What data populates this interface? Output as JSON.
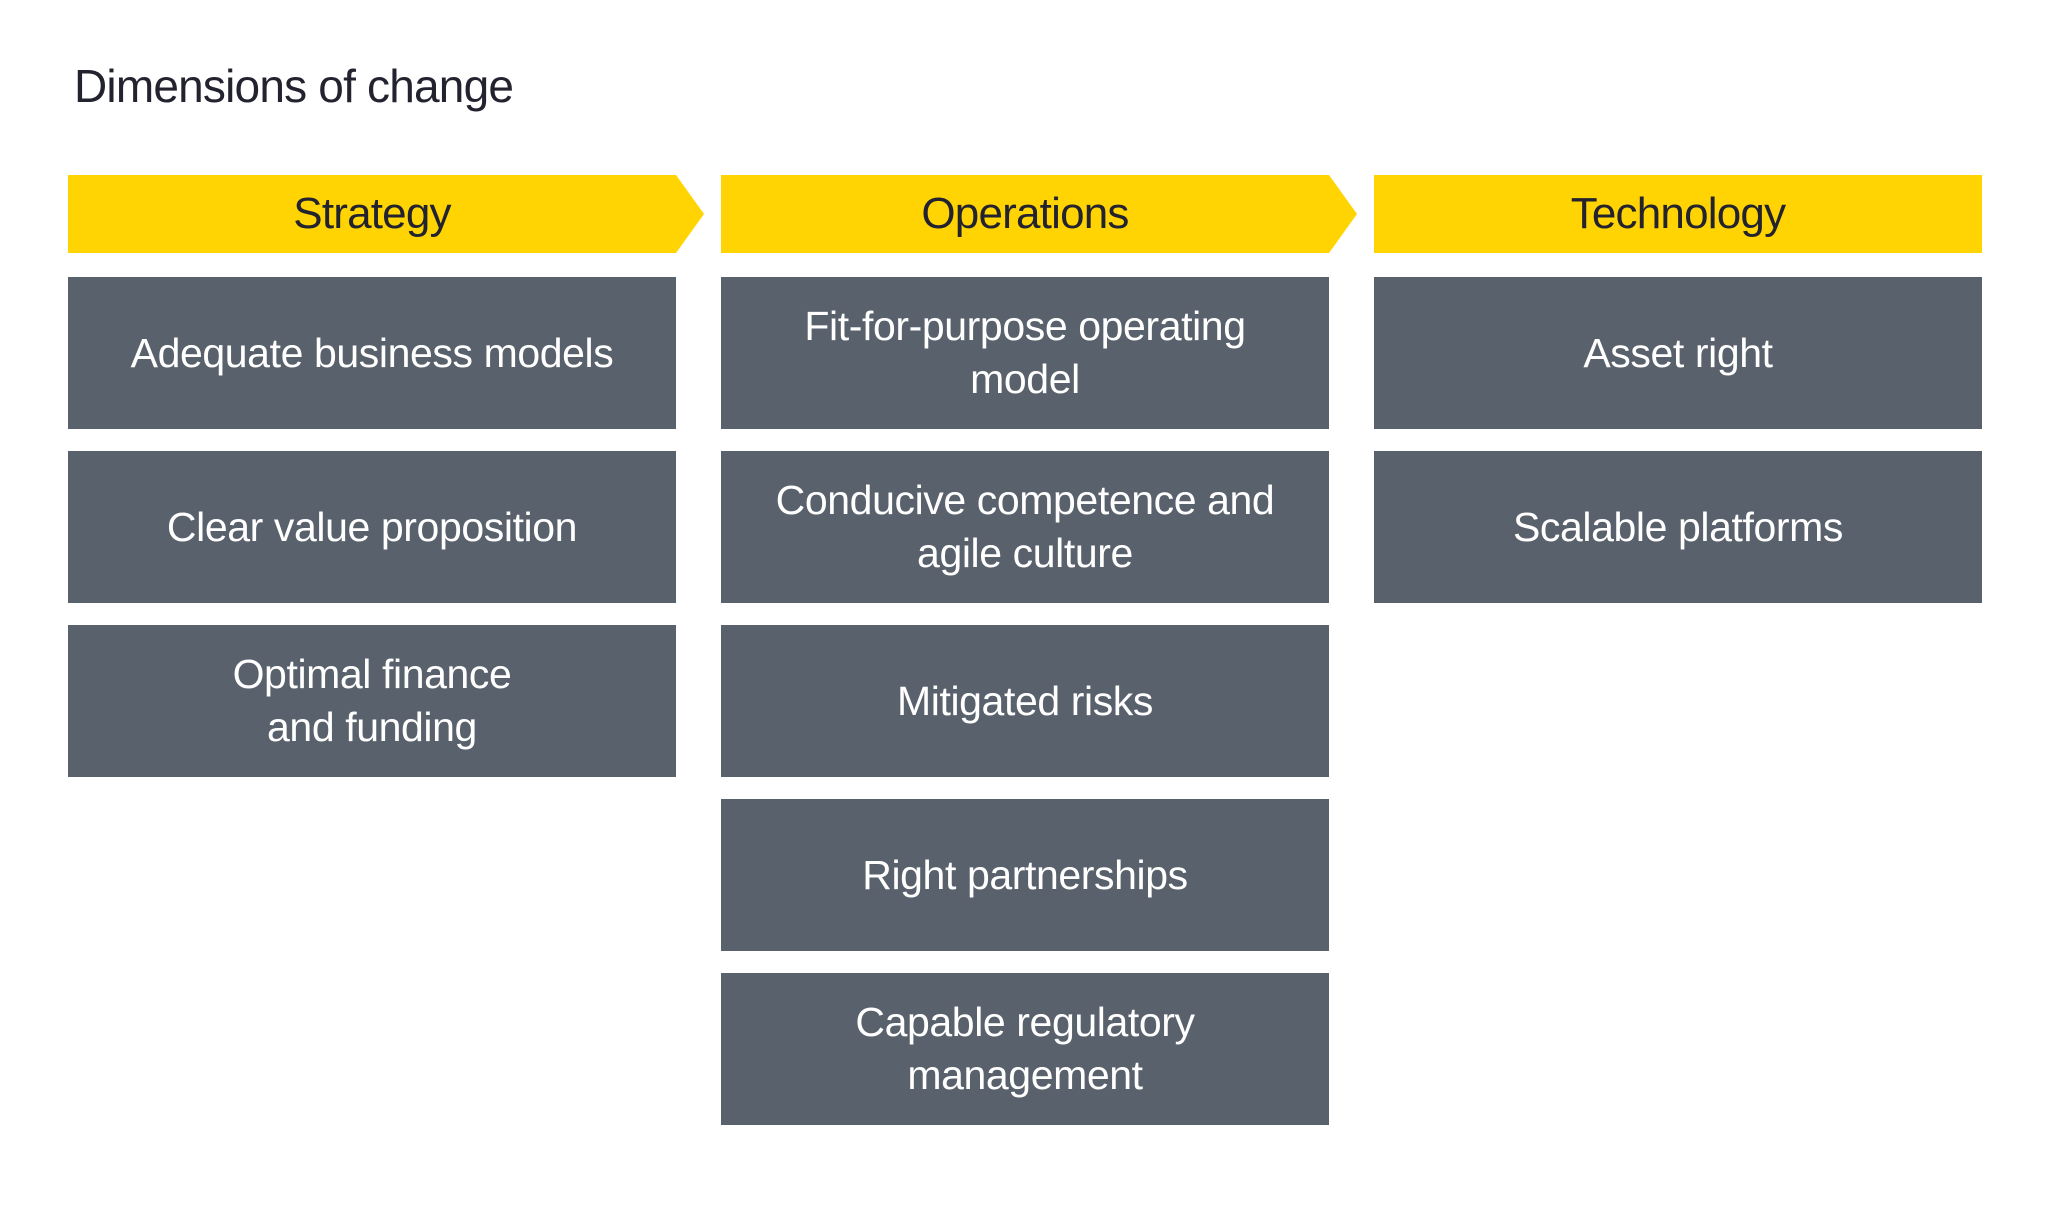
{
  "page": {
    "title": "Dimensions of change"
  },
  "colors": {
    "accent_yellow": "#FFD402",
    "box_slate": "#59616C",
    "title_dark": "#23232F",
    "box_text": "#FFFFFF",
    "background": "#FFFFFF"
  },
  "columns": [
    {
      "id": "strategy",
      "header": "Strategy",
      "has_arrow": true,
      "items": [
        "Adequate business models",
        "Clear value proposition",
        "Optimal finance\nand funding"
      ]
    },
    {
      "id": "operations",
      "header": "Operations",
      "has_arrow": true,
      "items": [
        "Fit-for-purpose operating\nmodel",
        "Conducive competence and\nagile culture",
        "Mitigated risks",
        "Right partnerships",
        "Capable regulatory\nmanagement"
      ]
    },
    {
      "id": "technology",
      "header": "Technology",
      "has_arrow": false,
      "items": [
        "Asset right",
        "Scalable platforms"
      ]
    }
  ]
}
